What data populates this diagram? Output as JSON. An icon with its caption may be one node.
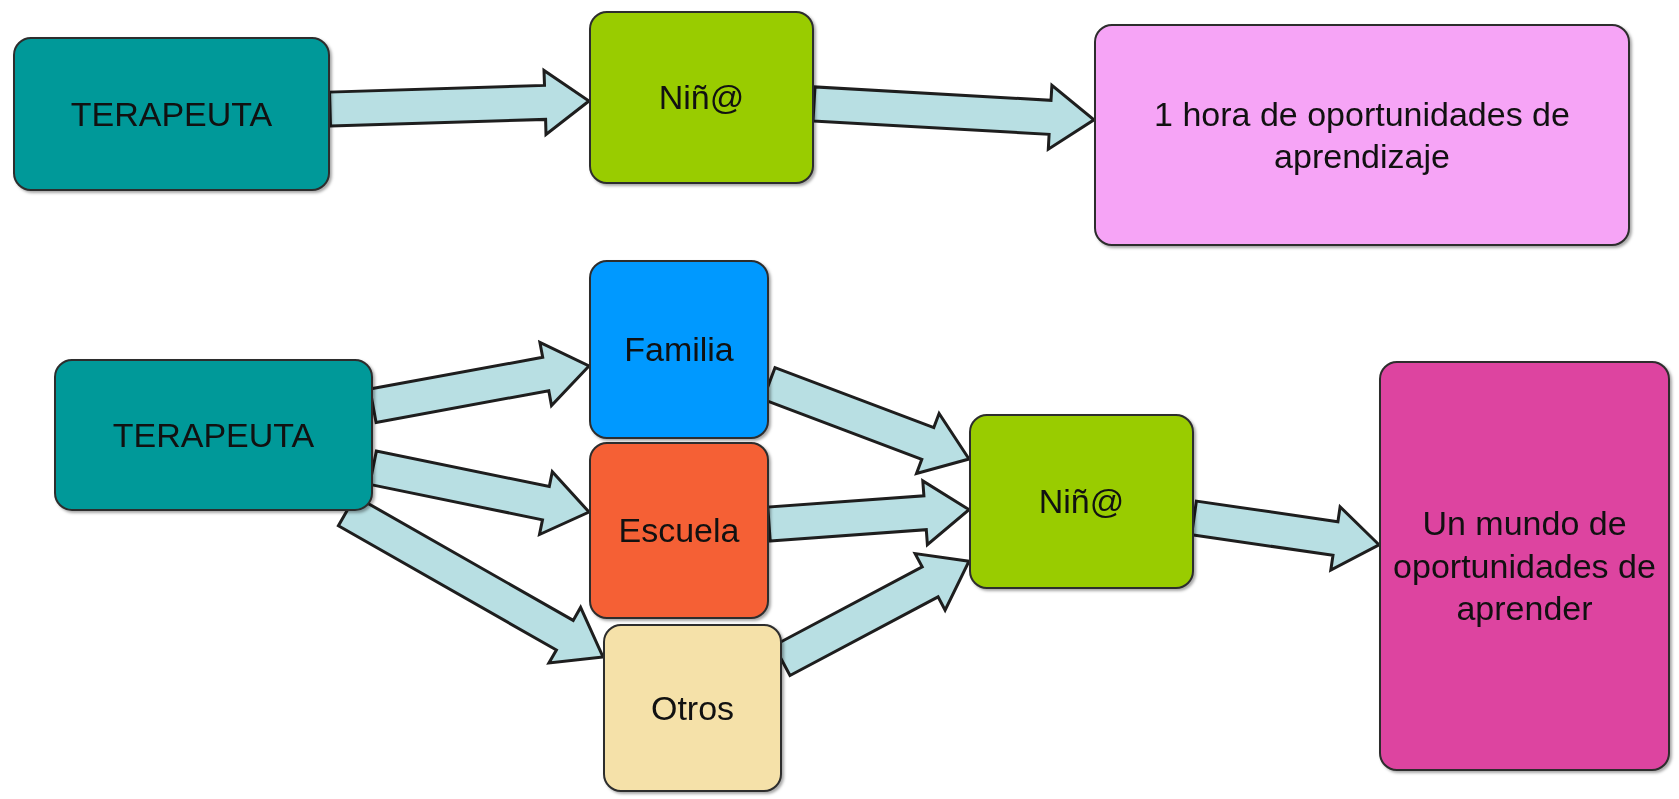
{
  "diagram": {
    "nodes": [
      {
        "text": [
          "TERAPEUTA"
        ]
      },
      {
        "text": [
          "Niñ@"
        ]
      },
      {
        "text": [
          "1 hora de oportunidades de aprendizaje"
        ]
      },
      {
        "text": [
          "TERAPEUTA"
        ]
      },
      {
        "text": [
          "Familia"
        ]
      },
      {
        "text": [
          "Escuela"
        ]
      },
      {
        "text": [
          "Otros"
        ]
      },
      {
        "text": [
          "Niñ@"
        ]
      },
      {
        "text": [
          "Un mundo de oportunidades de aprender"
        ]
      }
    ],
    "edges": [
      {
        "from": 0,
        "to": 1,
        "arrow": "to"
      },
      {
        "from": 1,
        "to": 2,
        "arrow": "to"
      },
      {
        "from": 3,
        "to": 4,
        "arrow": "to"
      },
      {
        "from": 3,
        "to": 5,
        "arrow": "to"
      },
      {
        "from": 3,
        "to": 6,
        "arrow": "to"
      },
      {
        "from": 4,
        "to": 7,
        "arrow": "to"
      },
      {
        "from": 5,
        "to": 7,
        "arrow": "to"
      },
      {
        "from": 6,
        "to": 7,
        "arrow": "to"
      },
      {
        "from": 7,
        "to": 8,
        "arrow": "to"
      }
    ]
  }
}
